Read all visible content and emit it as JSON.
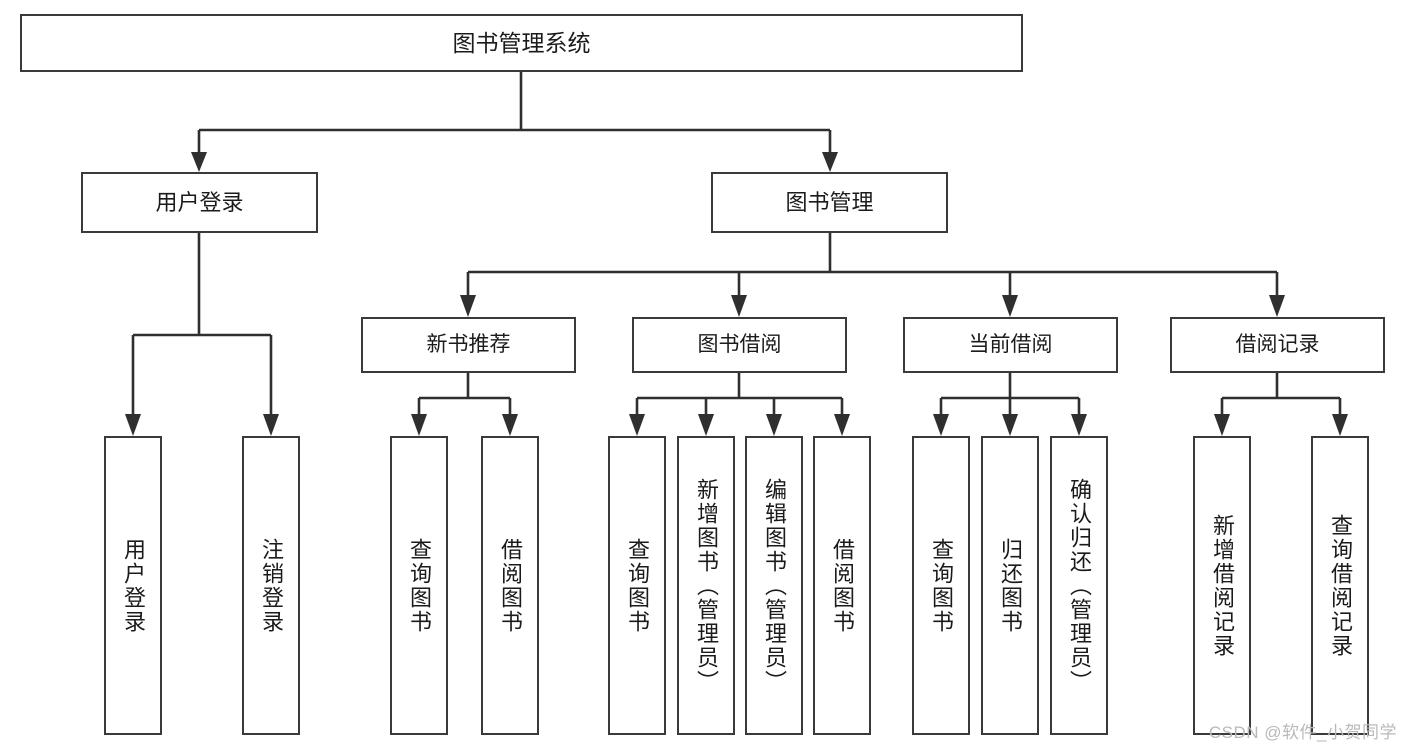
{
  "diagram": {
    "type": "tree",
    "title": "图书管理系统",
    "root": {
      "label": "图书管理系统"
    },
    "level2": [
      {
        "label": "用户登录"
      },
      {
        "label": "图书管理"
      }
    ],
    "level3": [
      {
        "label": "新书推荐"
      },
      {
        "label": "图书借阅"
      },
      {
        "label": "当前借阅"
      },
      {
        "label": "借阅记录"
      }
    ],
    "leaves": {
      "user_login": [
        {
          "label": "用户登录"
        },
        {
          "label": "注销登录"
        }
      ],
      "new_book_recommend": [
        {
          "label": "查询图书"
        },
        {
          "label": "借阅图书"
        }
      ],
      "book_borrow": [
        {
          "label": "查询图书"
        },
        {
          "label": "新增图书（管理员）"
        },
        {
          "label": "编辑图书（管理员）"
        },
        {
          "label": "借阅图书"
        }
      ],
      "current_borrow": [
        {
          "label": "查询图书"
        },
        {
          "label": "归还图书"
        },
        {
          "label": "确认归还（管理员）"
        }
      ],
      "borrow_record": [
        {
          "label": "新增借阅记录"
        },
        {
          "label": "查询借阅记录"
        }
      ]
    }
  },
  "watermark": {
    "text": "CSDN @软件_小贺同学"
  },
  "colors": {
    "stroke": "#2f2f2f",
    "box_border": "#3a3a3a",
    "background": "#ffffff",
    "text": "#1b1b1b",
    "watermark": "#b9b9b9"
  }
}
